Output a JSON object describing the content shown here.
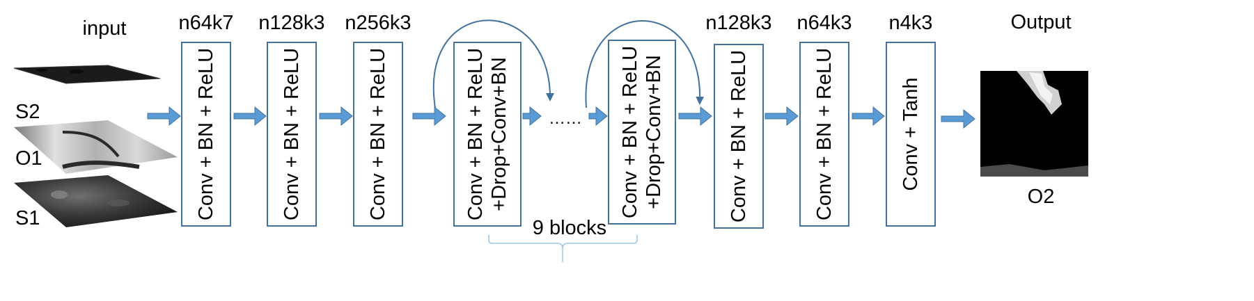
{
  "input": {
    "title": "input",
    "channels": [
      {
        "id": "s2",
        "label": "S2"
      },
      {
        "id": "o1",
        "label": "O1"
      },
      {
        "id": "s1",
        "label": "S1"
      }
    ]
  },
  "layers": [
    {
      "id": "l1",
      "header": "n64k7",
      "lines": [
        "Conv + BN + ReLU"
      ]
    },
    {
      "id": "l2",
      "header": "n128k3",
      "lines": [
        "Conv + BN + ReLU"
      ]
    },
    {
      "id": "l3",
      "header": "n256k3",
      "lines": [
        "Conv + BN + ReLU"
      ]
    },
    {
      "id": "r1",
      "header": "",
      "lines": [
        "Conv + BN + ReLU",
        "+Drop+Conv+BN"
      ]
    },
    {
      "id": "r9",
      "header": "",
      "lines": [
        "Conv + BN + ReLU",
        "+Drop+Conv+BN"
      ]
    },
    {
      "id": "l4",
      "header": "n128k3",
      "lines": [
        "Conv + BN + ReLU"
      ]
    },
    {
      "id": "l5",
      "header": "n64k3",
      "lines": [
        "Conv + BN + ReLU"
      ]
    },
    {
      "id": "l6",
      "header": "n4k3",
      "lines": [
        "Conv + Tanh"
      ]
    }
  ],
  "ellipsis": "……",
  "blocks_label": "9 blocks",
  "output": {
    "title": "Output",
    "label": "O2"
  }
}
